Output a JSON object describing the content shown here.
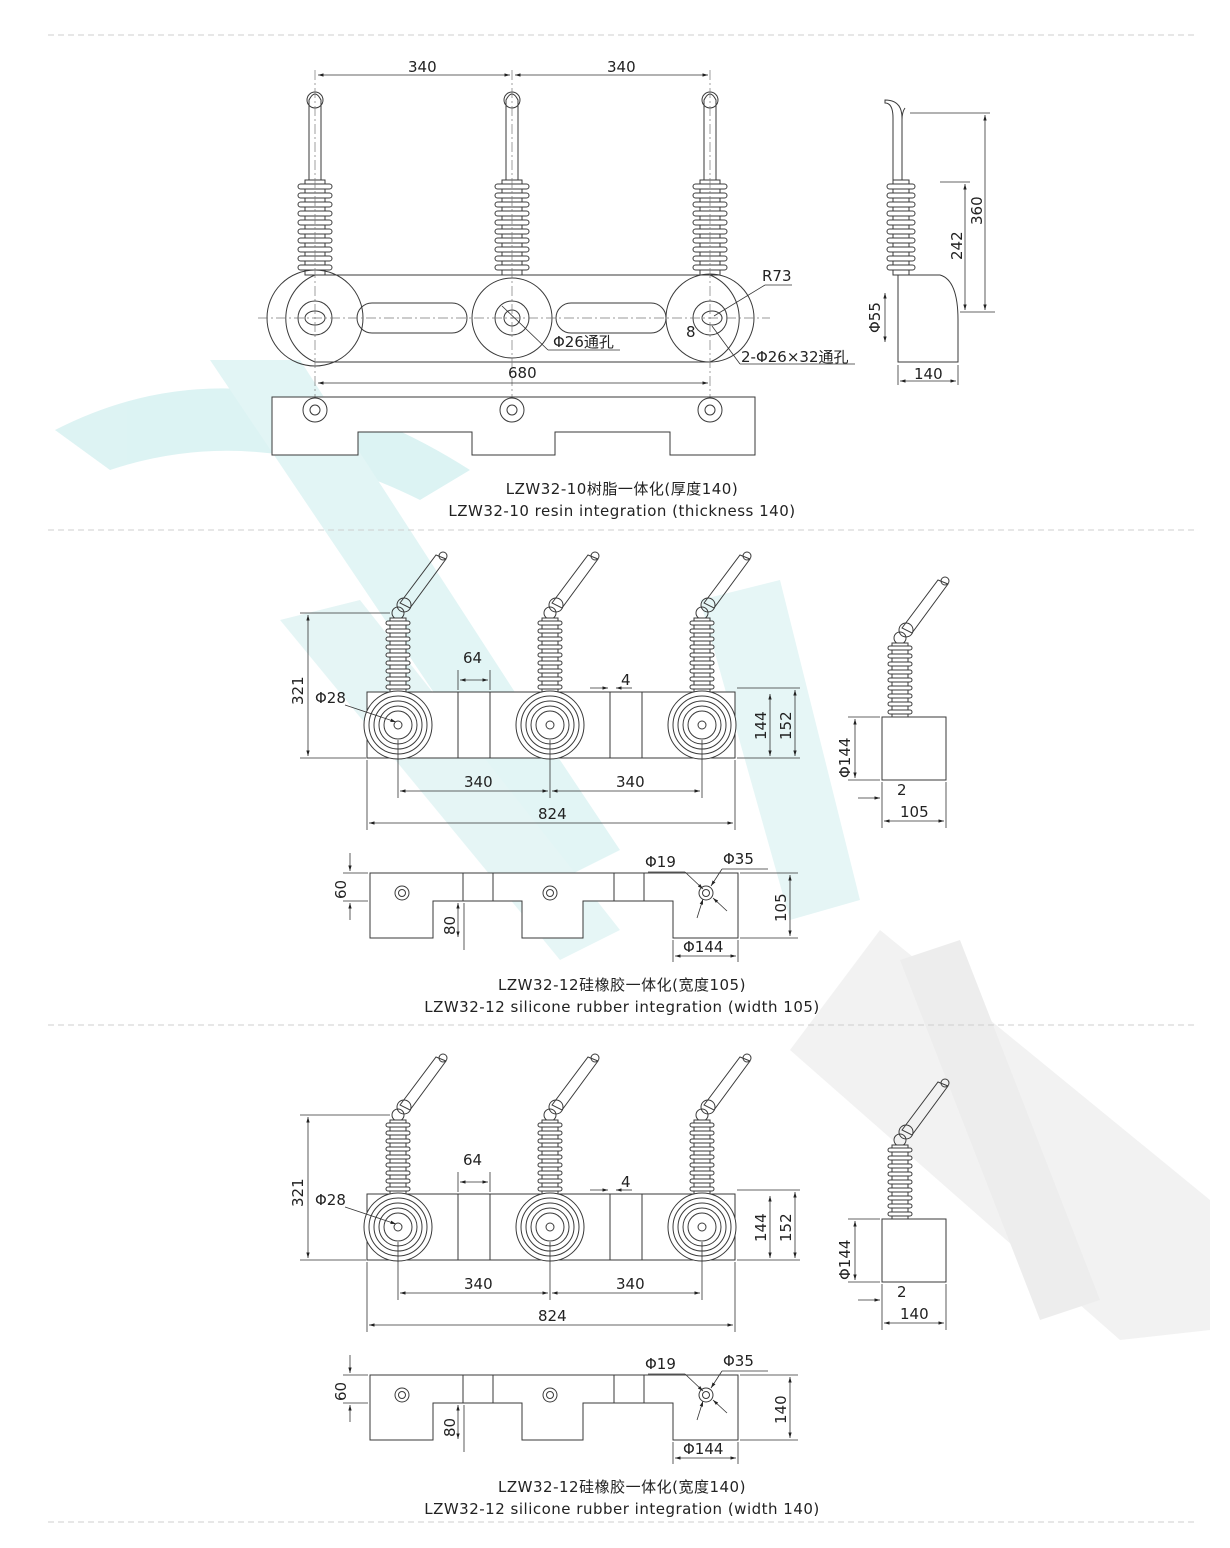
{
  "colors": {
    "line": "#3a3a3a",
    "watermark": "#d6f1f1",
    "watermark_gray": "#eeeeee"
  },
  "s1": {
    "dim_340_a": "340",
    "dim_340_b": "340",
    "dim_680": "680",
    "r73": "R73",
    "hole": "Φ26通孔",
    "dim_8": "8",
    "slot_hole": "2-Φ26×32通孔",
    "side_360": "360",
    "side_242": "242",
    "side_phi55": "Φ55",
    "side_140": "140",
    "caption_cn": "LZW32-10树脂一体化(厚度140)",
    "caption_en": "LZW32-10 resin integration (thickness 140)"
  },
  "s2": {
    "dim_321": "321",
    "phi28": "Φ28",
    "dim_64": "64",
    "dim_4": "4",
    "dim_144": "144",
    "dim_152": "152",
    "dim_340_a": "340",
    "dim_340_b": "340",
    "dim_824": "824",
    "side_phi144": "Φ144",
    "side_2": "2",
    "side_width": "105",
    "bot_60": "60",
    "bot_80": "80",
    "bot_phi19": "Φ19",
    "bot_phi35": "Φ35",
    "bot_phi144": "Φ144",
    "bot_height": "105",
    "caption_cn": "LZW32-12硅橡胶一体化(宽度105)",
    "caption_en": "LZW32-12 silicone rubber integration (width 105)"
  },
  "s3": {
    "dim_321": "321",
    "phi28": "Φ28",
    "dim_64": "64",
    "dim_4": "4",
    "dim_144": "144",
    "dim_152": "152",
    "dim_340_a": "340",
    "dim_340_b": "340",
    "dim_824": "824",
    "side_phi144": "Φ144",
    "side_2": "2",
    "side_width": "140",
    "bot_60": "60",
    "bot_80": "80",
    "bot_phi19": "Φ19",
    "bot_phi35": "Φ35",
    "bot_phi144": "Φ144",
    "bot_height": "140",
    "caption_cn": "LZW32-12硅橡胶一体化(宽度140)",
    "caption_en": "LZW32-12 silicone rubber integration (width 140)"
  }
}
